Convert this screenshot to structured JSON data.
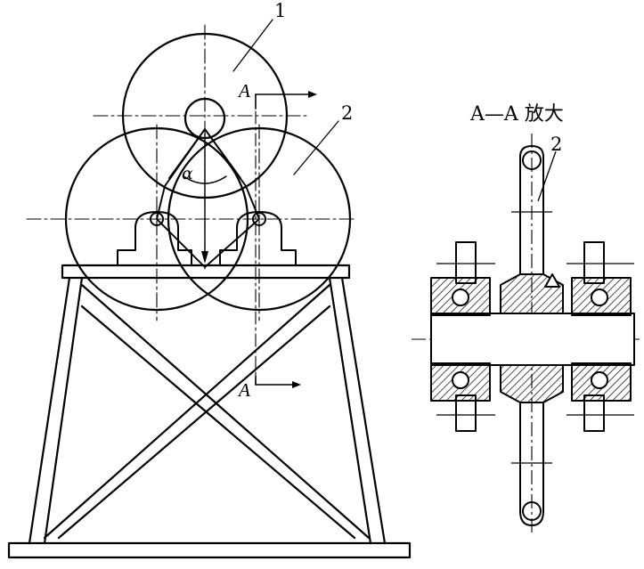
{
  "labels": {
    "part_1": "1",
    "part_2_front": "2",
    "part_2_section": "2",
    "section_top": "A",
    "section_bottom": "A",
    "angle": "α",
    "section_title": "A—A 放大"
  },
  "colors": {
    "line": "#000000",
    "background": "#ffffff",
    "hatch": "#000000"
  }
}
